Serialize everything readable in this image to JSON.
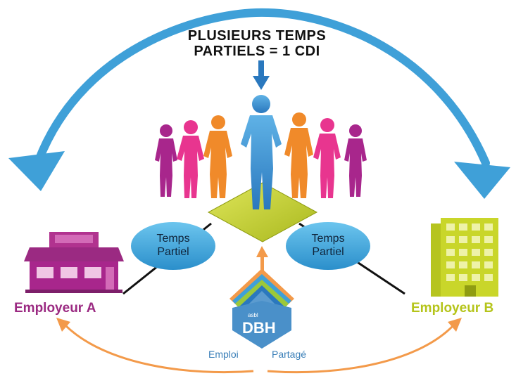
{
  "title": {
    "line1": "PLUSIEURS TEMPS",
    "line2": "PARTIELS = 1 CDI"
  },
  "left_employer": {
    "label": "Employeur A",
    "icon": "shop-icon",
    "color": "#9b2a82"
  },
  "right_employer": {
    "label": "Employeur B",
    "icon": "office-building-icon",
    "color": "#b5c41a"
  },
  "left_oval": {
    "line1": "Temps",
    "line2": "Partiel"
  },
  "right_oval": {
    "line1": "Temps",
    "line2": "Partiel"
  },
  "logo": {
    "small": "asbl",
    "name": "DBH",
    "word1": "Emploi",
    "word2": "Partagé"
  },
  "colors": {
    "blue_arrow": "#3fa0d8",
    "orange_arrow": "#f39a4a",
    "oval_fill": "#3aa6dc",
    "platform": "#c9d62a",
    "central_person": "#3b8fd0"
  }
}
